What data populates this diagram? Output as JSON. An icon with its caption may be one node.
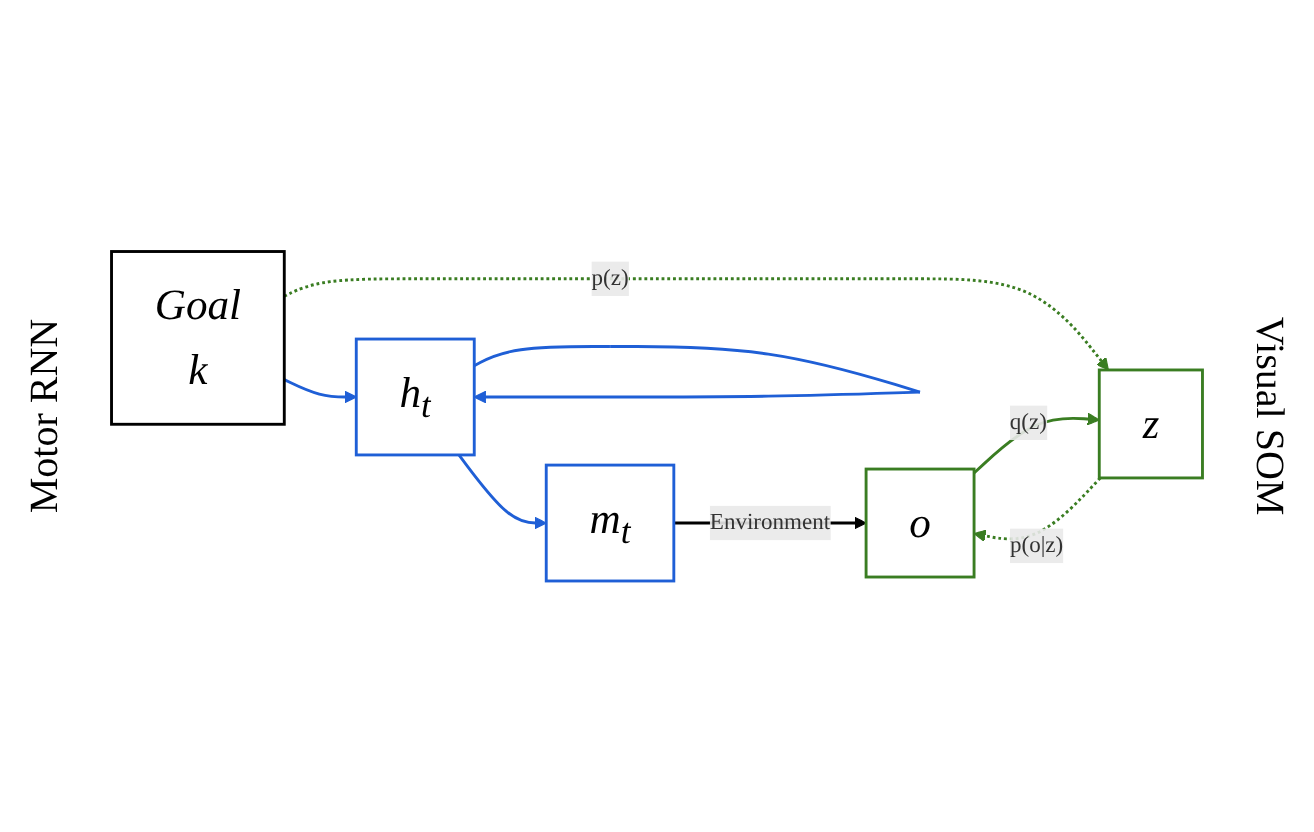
{
  "diagram": {
    "nodes": [
      {
        "text": [
          "h$_{t}$"
        ]
      },
      {
        "text": [
          "Goal",
          "k"
        ]
      },
      {
        "text": [
          "z"
        ]
      },
      {
        "text": [
          "m$_{t}$"
        ]
      },
      {
        "text": [
          "o"
        ]
      }
    ],
    "edges": [
      {
        "from": 0,
        "to": 0,
        "arrow": "to",
        "color": "#1f5fd6"
      },
      {
        "from": 1,
        "to": 0,
        "arrow": "to",
        "color": "#1f5fd6"
      },
      {
        "from": 1,
        "to": 2,
        "arrow": "to",
        "label": "p(z)",
        "style": "dashed",
        "color": "#3a7d22"
      },
      {
        "from": 0,
        "to": 3,
        "arrow": "to",
        "color": "#1f5fd6"
      },
      {
        "from": 4,
        "to": 2,
        "arrow": "to",
        "label": "q(z)",
        "color": "#3a7d22"
      },
      {
        "from": 2,
        "to": 4,
        "arrow": "to",
        "label": "p(o|z)",
        "style": "dashed",
        "color": "#3a7d22"
      },
      {
        "from": 3,
        "to": 4,
        "arrow": "to",
        "label": "Environment",
        "color": "#000000"
      }
    ],
    "labels": [
      "Motor RNN",
      "Visual SOM"
    ]
  }
}
